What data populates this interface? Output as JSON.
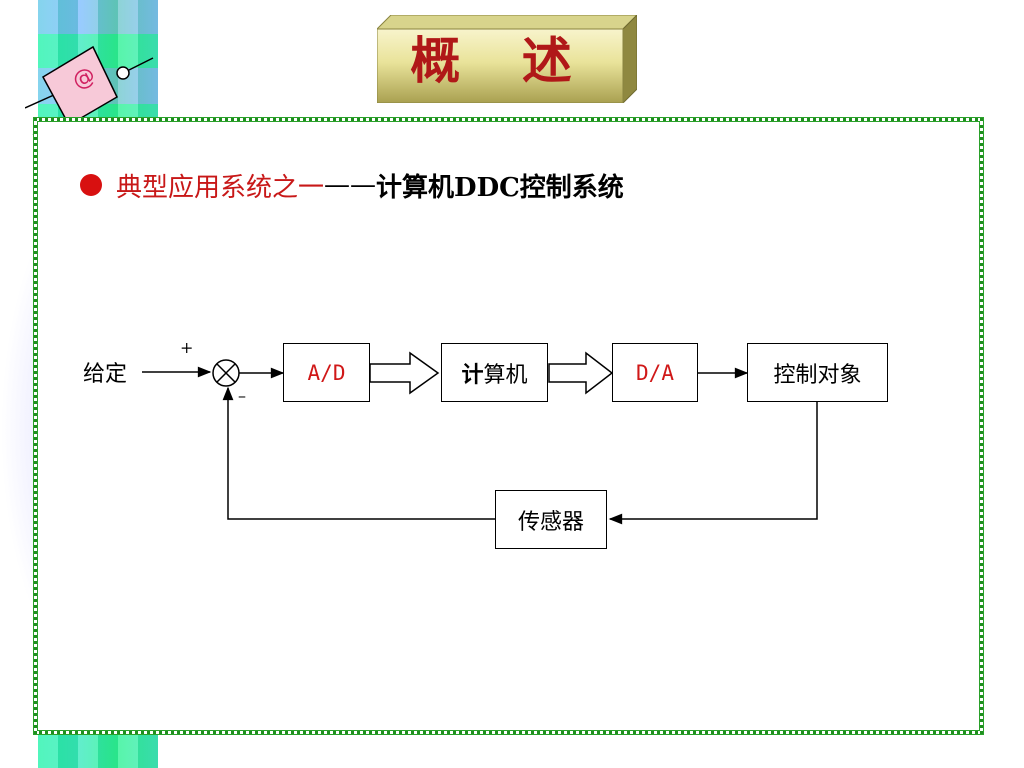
{
  "slide": {
    "title": "概 述",
    "bullet": {
      "red_text": "典型应用系统之一",
      "dash": "——",
      "black_text": "计算机DDC控制系统"
    }
  },
  "logo": {
    "symbol": "@"
  },
  "diagram": {
    "input_label": "给定",
    "plus_sign": "+",
    "minus_sign": "–",
    "blocks": {
      "ad": "A/D",
      "computer_bold": "计",
      "computer_rest": "算机",
      "da": "D/A",
      "plant": "控制对象",
      "sensor": "传感器"
    }
  },
  "colors": {
    "title_red": "#b01818",
    "bullet_red": "#c81818",
    "frame_green": "#1f8f1f",
    "block_text_red": "#d01818"
  }
}
